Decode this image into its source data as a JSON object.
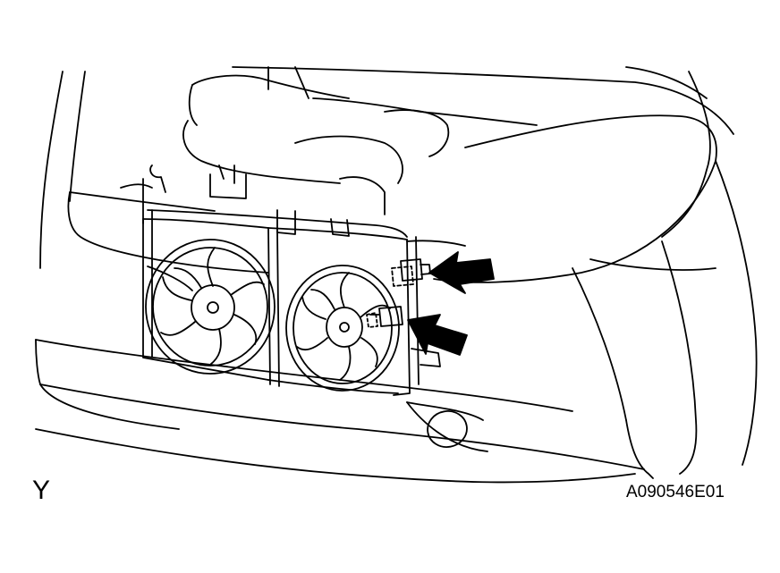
{
  "figure": {
    "view_letter": "Y",
    "code": "A090546E01"
  },
  "colors": {
    "line": "#000000",
    "background": "#ffffff"
  },
  "parts": {
    "left_fan": "cooling-fan",
    "right_fan": "cooling-fan",
    "upper_connector": "connector",
    "lower_connector": "connector"
  },
  "callouts": [
    "arrow-upper-connector",
    "arrow-lower-connector"
  ]
}
